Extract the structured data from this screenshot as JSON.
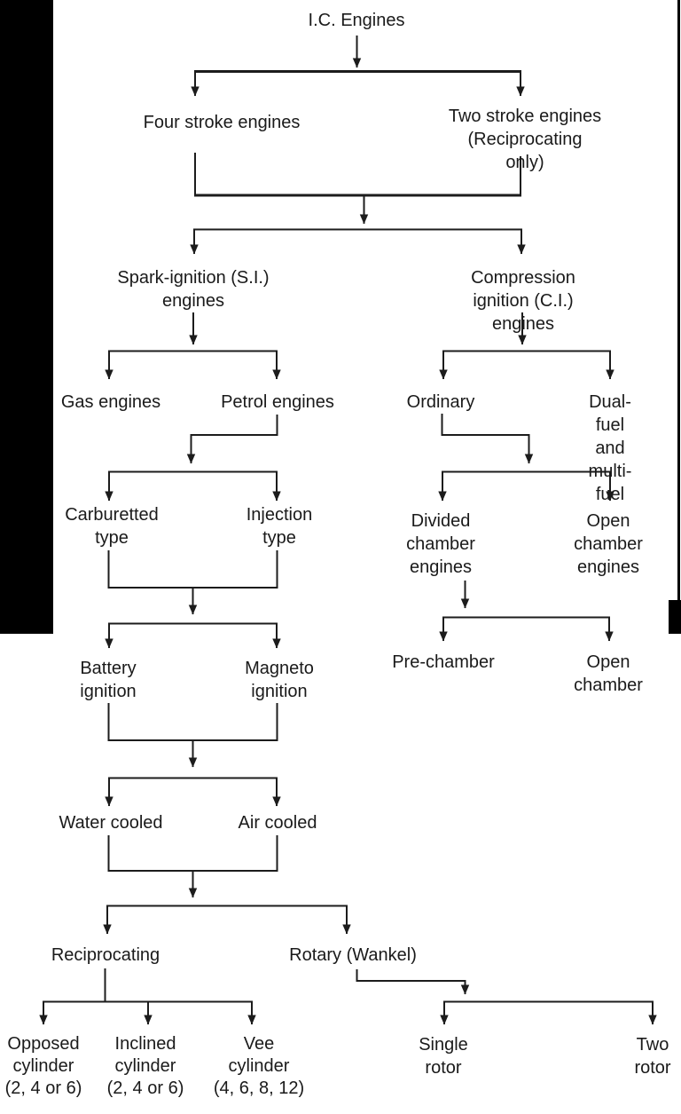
{
  "colors": {
    "ink": "#1a1a1a",
    "line": "#1c1c1c",
    "background": "#ffffff",
    "scan_artifact": "#000000"
  },
  "nodes": {
    "root": "I.C. Engines",
    "four_stroke": "Four stroke engines",
    "two_stroke": "Two stroke engines\n(Reciprocating only)",
    "spark_ignition": "Spark-ignition (S.I.)\nengines",
    "compression_ignition": "Compression\nignition (C.I.) engines",
    "gas_engines": "Gas engines",
    "petrol_engines": "Petrol engines",
    "ordinary": "Ordinary",
    "dual_fuel": "Dual-fuel\nand multi-fuel",
    "carburetted": "Carburetted\ntype",
    "injection": "Injection\ntype",
    "divided_chamber": "Divided\nchamber\nengines",
    "open_chamber_engines": "Open\nchamber\nengines",
    "battery_ignition": "Battery\nignition",
    "magneto_ignition": "Magneto\nignition",
    "pre_chamber": "Pre-chamber",
    "open_chamber": "Open chamber",
    "water_cooled": "Water cooled",
    "air_cooled": "Air cooled",
    "reciprocating": "Reciprocating",
    "rotary": "Rotary (Wankel)",
    "opposed_cylinder": "Opposed\ncylinder\n(2, 4 or 6)",
    "inclined_cylinder": "Inclined\ncylinder\n(2, 4 or 6)",
    "vee_cylinder": "Vee\ncylinder\n(4, 6, 8, 12)",
    "single_rotor": "Single\nrotor",
    "two_rotor": "Two\nrotor"
  }
}
